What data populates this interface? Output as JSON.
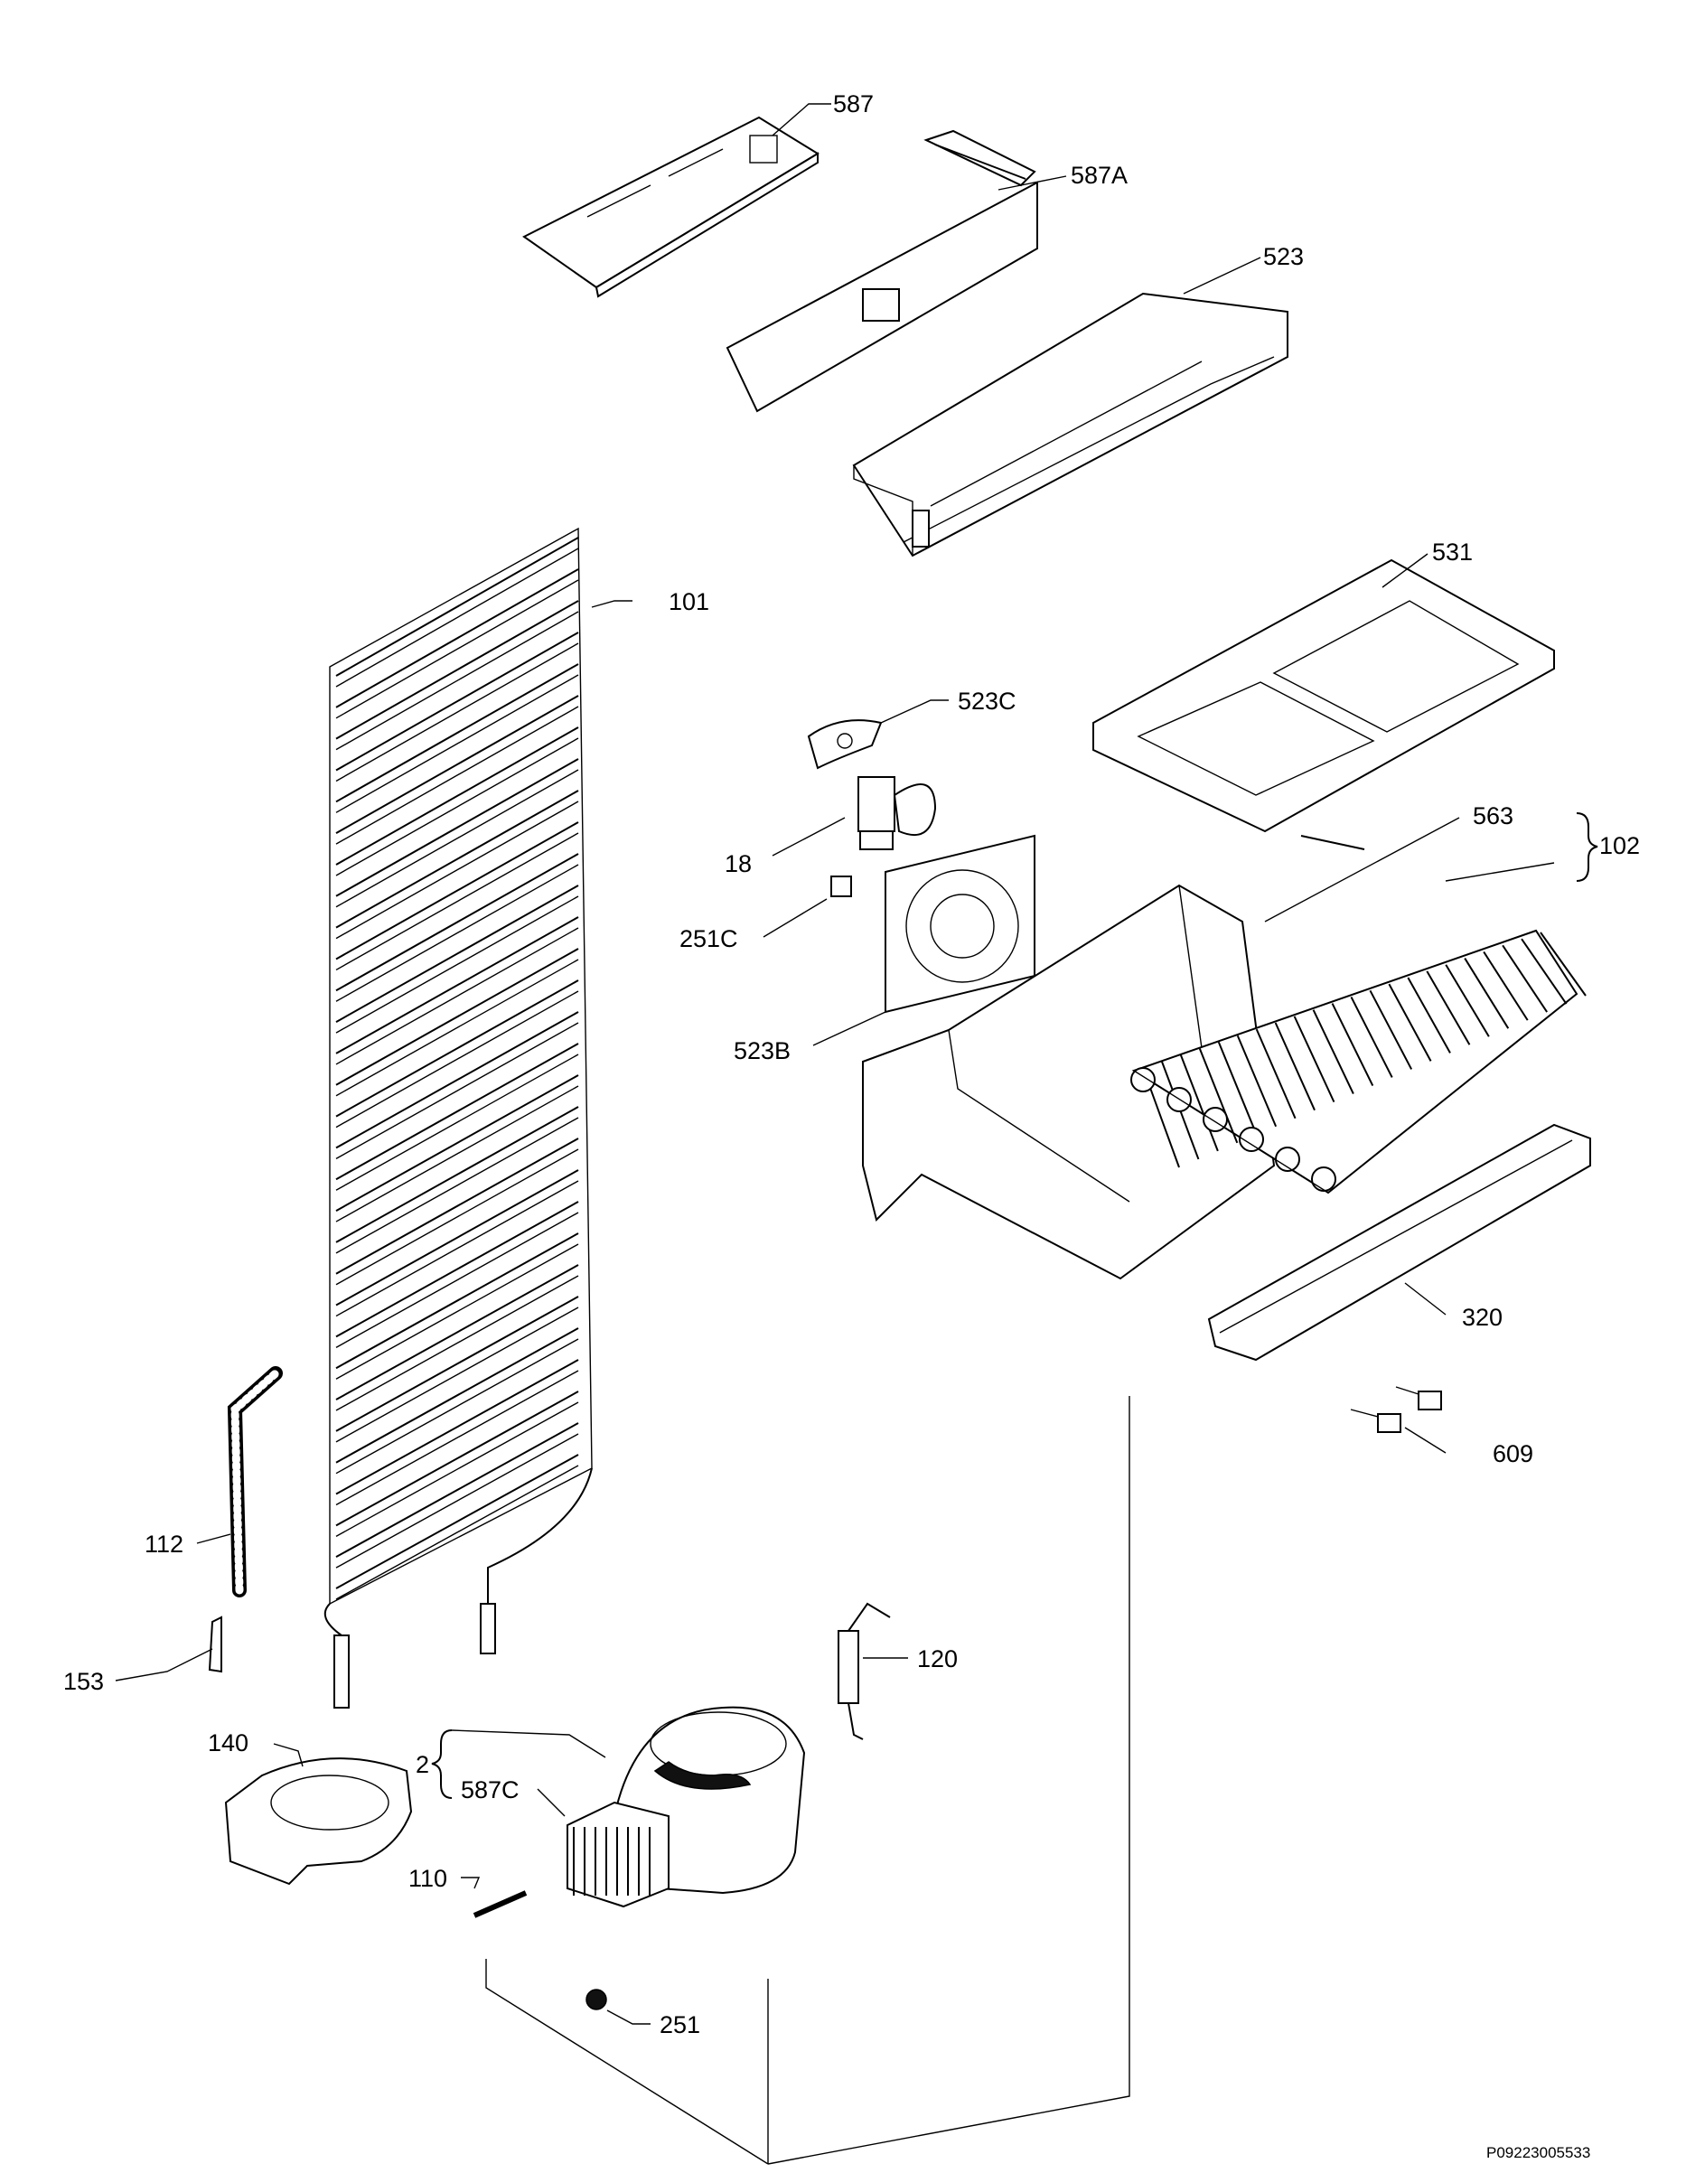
{
  "labels": {
    "l587": "587",
    "l587A": "587A",
    "l523": "523",
    "l531": "531",
    "l101": "101",
    "l523C": "523C",
    "l563": "563",
    "l102": "102",
    "l18": "18",
    "l251C": "251C",
    "l523B": "523B",
    "l320": "320",
    "l609": "609",
    "l112": "112",
    "l153": "153",
    "l120": "120",
    "l140": "140",
    "l2": "2",
    "l587C": "587C",
    "l110": "110",
    "l251": "251"
  },
  "drawing_code": "P09223005533"
}
